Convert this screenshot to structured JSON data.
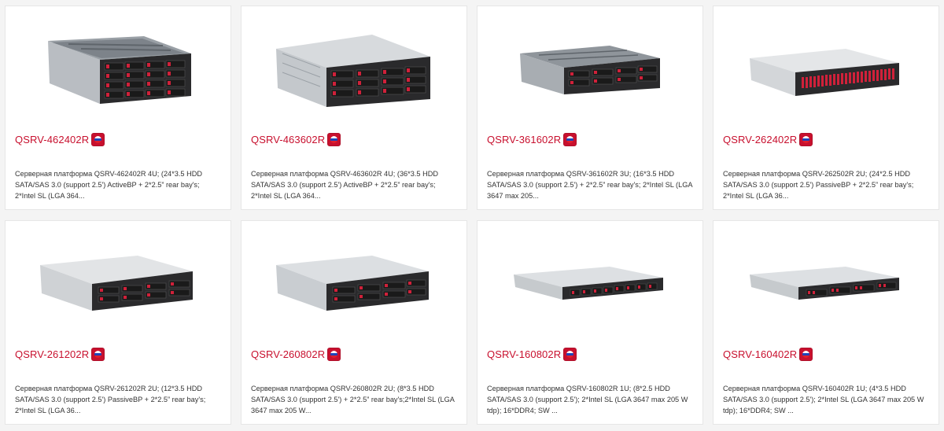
{
  "products": [
    {
      "title": "QSRV-462402R",
      "description": "Серверная платформа QSRV-462402R 4U; (24*3.5 HDD SATA/SAS 3.0 (support 2.5') ActiveBP + 2*2.5” rear bay's; 2*Intel SL (LGA 364...",
      "flag_icon": "russia-flag-icon",
      "image": "server-4u-24bay-image"
    },
    {
      "title": "QSRV-463602R",
      "description": "Серверная платформа QSRV-463602R 4U; (36*3.5 HDD SATA/SAS 3.0 (support 2.5') ActiveBP + 2*2.5” rear bay's; 2*Intel SL (LGA 364...",
      "flag_icon": "russia-flag-icon",
      "image": "server-4u-36bay-image"
    },
    {
      "title": "QSRV-361602R",
      "description": "Серверная платформа QSRV-361602R 3U; (16*3.5 HDD SATA/SAS 3.0 (support 2.5') + 2*2.5” rear bay's; 2*Intel SL (LGA 3647 max 205...",
      "flag_icon": "russia-flag-icon",
      "image": "server-3u-16bay-image"
    },
    {
      "title": "QSRV-262402R",
      "description": "Серверная платформа QSRV-262502R 2U; (24*2.5 HDD SATA/SAS 3.0 (support 2.5') PassiveBP + 2*2.5” rear bay's; 2*Intel SL (LGA 36...",
      "flag_icon": "russia-flag-icon",
      "image": "server-2u-24bay-image"
    },
    {
      "title": "QSRV-261202R",
      "description": "Серверная платформа QSRV-261202R 2U; (12*3.5 HDD SATA/SAS 3.0 (support 2.5') PassiveBP + 2*2.5” rear bay's; 2*Intel SL (LGA 36...",
      "flag_icon": "russia-flag-icon",
      "image": "server-2u-12bay-image"
    },
    {
      "title": "QSRV-260802R",
      "description": "Серверная платформа QSRV-260802R 2U; (8*3.5 HDD SATA/SAS 3.0 (support 2.5') + 2*2.5” rear bay's;2*Intel SL (LGA 3647 max 205 W...",
      "flag_icon": "russia-flag-icon",
      "image": "server-2u-8bay-image"
    },
    {
      "title": "QSRV-160802R",
      "description": "Серверная платформа QSRV-160802R 1U; (8*2.5 HDD SATA/SAS 3.0 (support 2.5'); 2*Intel SL (LGA 3647 max 205 W tdp); 16*DDR4; SW ...",
      "flag_icon": "russia-flag-icon",
      "image": "server-1u-8bay-image"
    },
    {
      "title": "QSRV-160402R",
      "description": "Серверная платформа QSRV-160402R 1U; (4*3.5 HDD SATA/SAS 3.0 (support 2.5'); 2*Intel SL (LGA 3647 max 205 W tdp); 16*DDR4; SW ...",
      "flag_icon": "russia-flag-icon",
      "image": "server-1u-4bay-image"
    }
  ],
  "colors": {
    "title": "#c8102e",
    "card_bg": "#ffffff",
    "page_bg": "#f4f4f4",
    "drive_led": "#d0213a"
  }
}
